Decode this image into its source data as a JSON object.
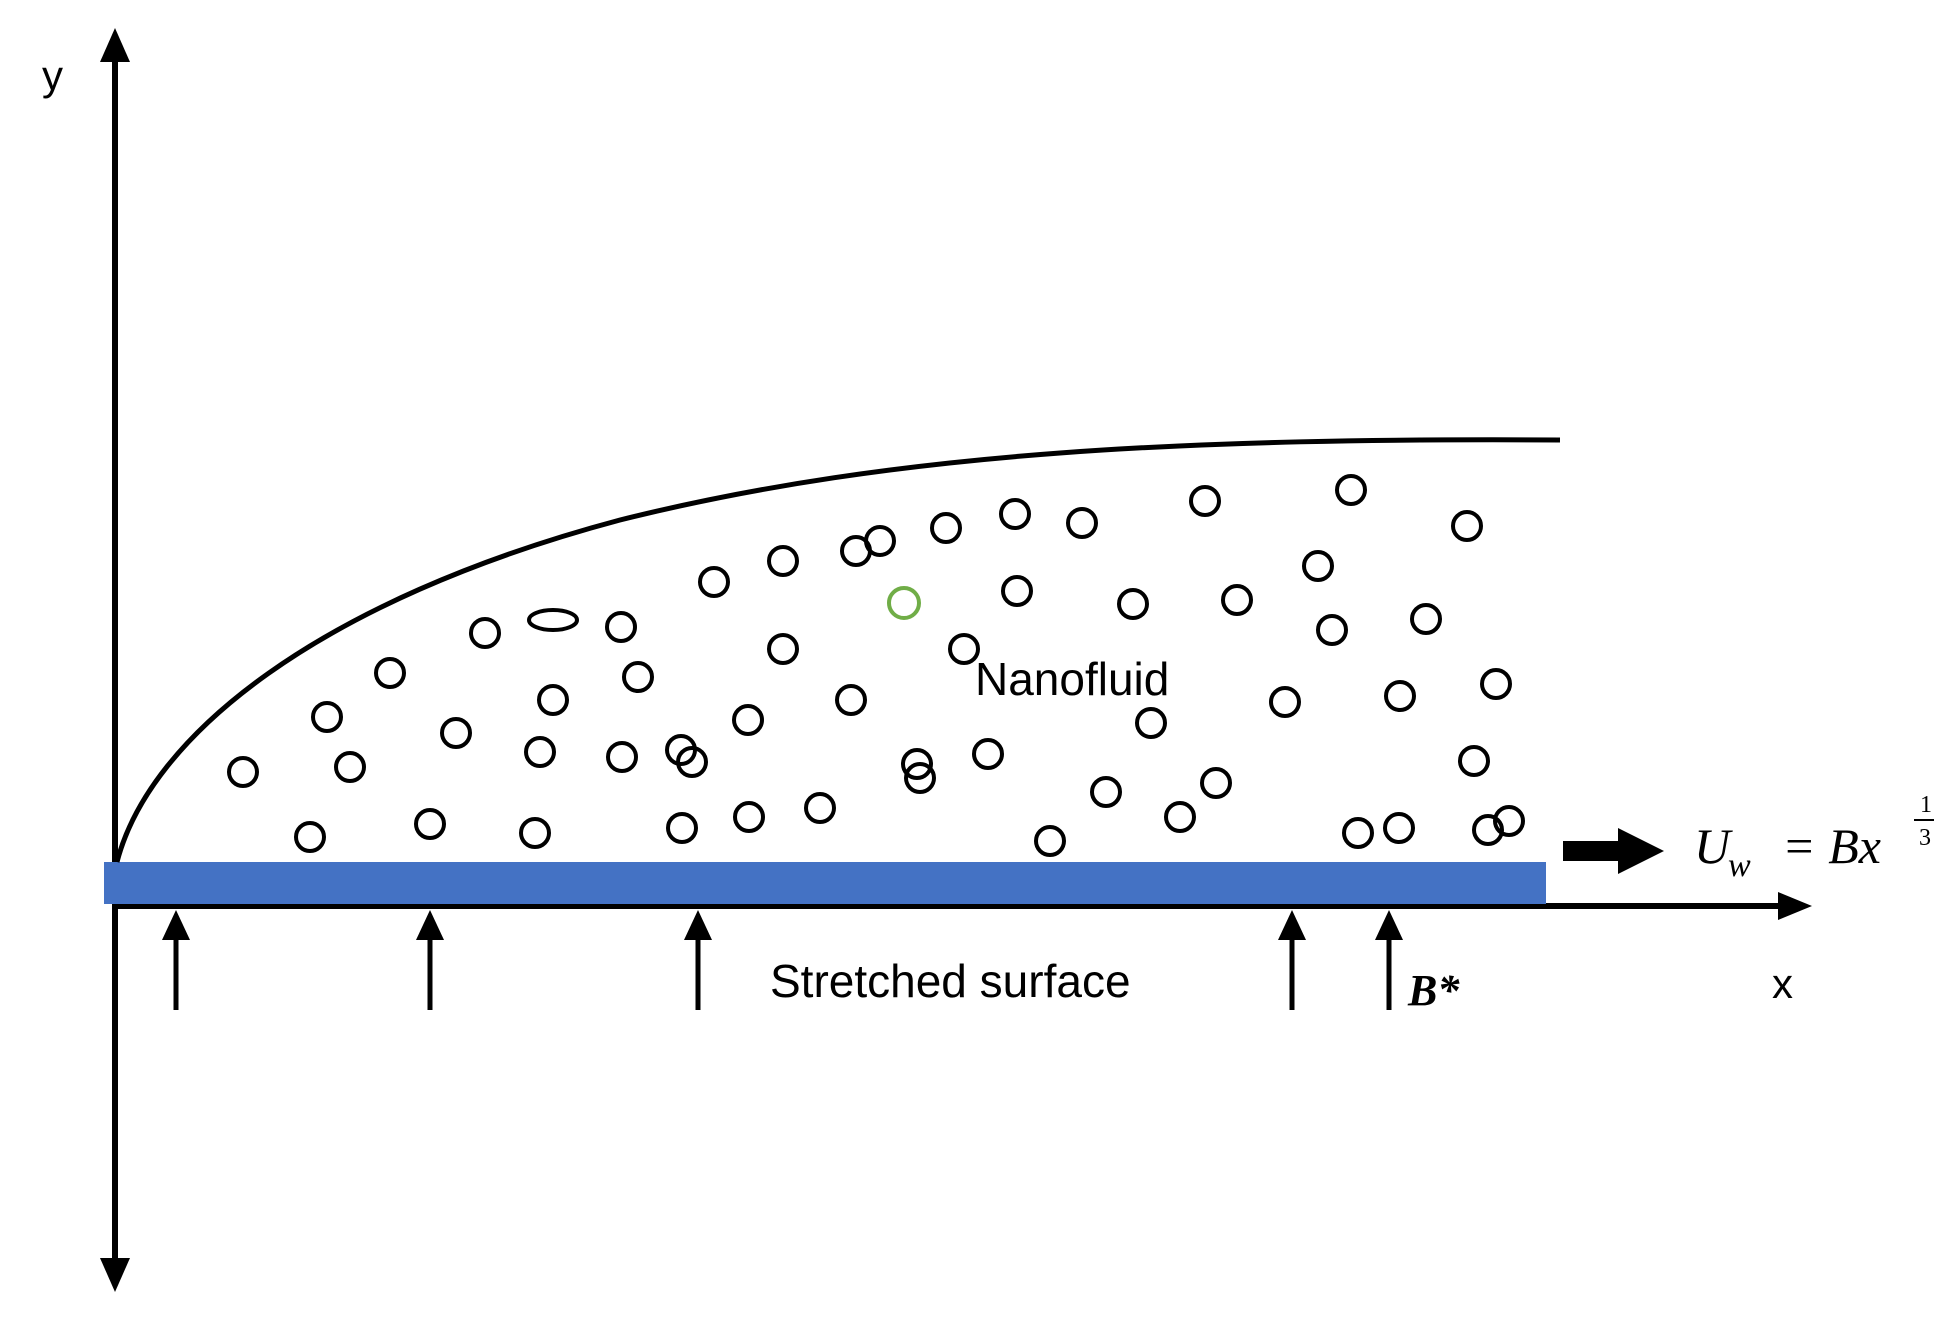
{
  "labels": {
    "y_axis": "y",
    "x_axis": "x",
    "fluid": "Nanofluid",
    "surface": "Stretched surface",
    "magnetic_field": "B*",
    "velocity_lhs": "U",
    "velocity_sub": "w",
    "velocity_rhs": "= Bx",
    "exponent_num": "1",
    "exponent_den": "3"
  },
  "colors": {
    "plate": "#4472c4",
    "line": "#000000",
    "highlight_particle": "#70ad47"
  }
}
